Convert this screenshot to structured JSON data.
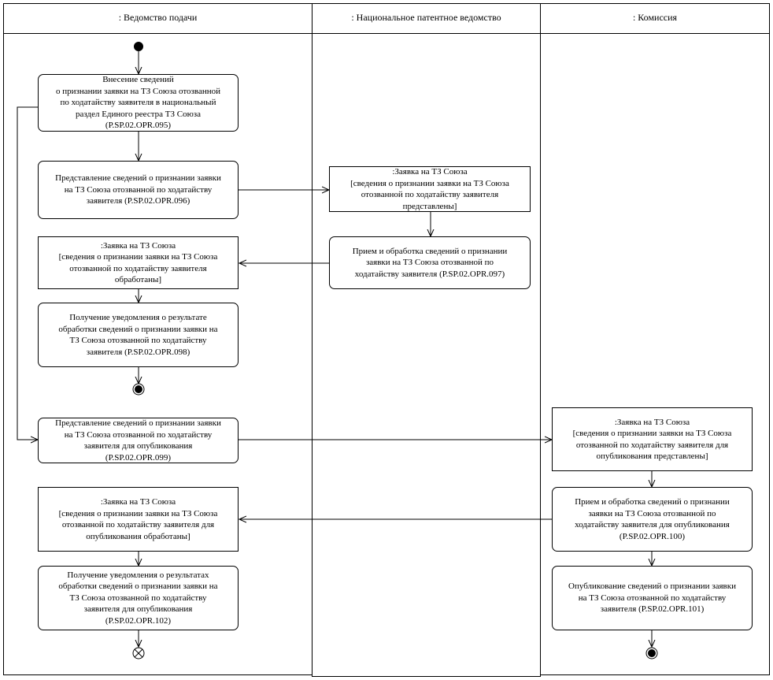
{
  "lanes": [
    ": Ведомство подачи",
    ": Национальное патентное ведомство",
    ": Комиссия"
  ],
  "nodes": {
    "a095": "Внесение сведений\nо признании заявки на ТЗ Союза отозванной\nпо ходатайству заявителя в национальный\nраздел Единого реестра ТЗ Союза\n(P.SP.02.OPR.095)",
    "a096": "Представление сведений о признании заявки\nна ТЗ Союза отозванной по ходатайству\nзаявителя (P.SP.02.OPR.096)",
    "o_np_submitted": ":Заявка на ТЗ Союза\n[сведения о признании заявки на ТЗ Союза\nотозванной по ходатайству заявителя\nпредставлены]",
    "a097": "Прием и обработка сведений о признании\nзаявки на ТЗ Союза отозванной по\nходатайству заявителя (P.SP.02.OPR.097)",
    "o_processed": ":Заявка на ТЗ Союза\n[сведения о признании заявки на ТЗ Союза\nотозванной по ходатайству заявителя\nобработаны]",
    "a098": "Получение уведомления о результате\nобработки сведений о признании заявки на\nТЗ Союза отозванной по ходатайству\nзаявителя (P.SP.02.OPR.098)",
    "a099": "Представление сведений о признании заявки\nна ТЗ Союза отозванной по ходатайству\nзаявителя для опубликования\n(P.SP.02.OPR.099)",
    "o_pub_submitted": ":Заявка на ТЗ Союза\n[сведения о признании заявки на ТЗ Союза\nотозванной по ходатайству заявителя для\nопубликования представлены]",
    "a100": "Прием и обработка сведений о признании\nзаявки на ТЗ Союза отозванной по\nходатайству заявителя для опубликования\n(P.SP.02.OPR.100)",
    "o_pub_processed": ":Заявка на ТЗ Союза\n[сведения о признании заявки на ТЗ Союза\nотозванной по ходатайству заявителя для\nопубликования обработаны]",
    "a102": "Получение уведомления о результатах\nобработки сведений о признании заявки на\nТЗ Союза отозванной по ходатайству\nзаявителя для опубликования\n(P.SP.02.OPR.102)",
    "a101": "Опубликование сведений о признании заявки\nна ТЗ Союза отозванной по ходатайству\nзаявителя (P.SP.02.OPR.101)"
  }
}
